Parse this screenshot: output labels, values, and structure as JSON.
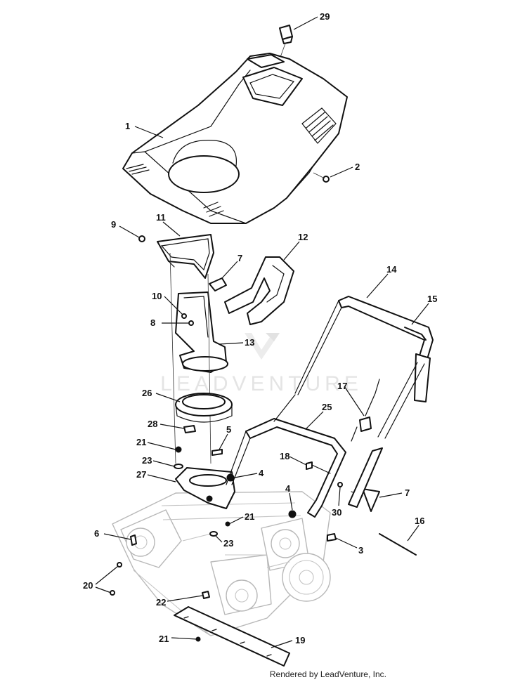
{
  "watermark": {
    "text": "LEADVENTURE"
  },
  "credit": "Rendered by LeadVenture, Inc.",
  "callouts": [
    {
      "id": "29",
      "label": "29"
    },
    {
      "id": "1",
      "label": "1"
    },
    {
      "id": "2",
      "label": "2"
    },
    {
      "id": "9",
      "label": "9"
    },
    {
      "id": "11",
      "label": "11"
    },
    {
      "id": "12",
      "label": "12"
    },
    {
      "id": "7a",
      "label": "7"
    },
    {
      "id": "14",
      "label": "14"
    },
    {
      "id": "15",
      "label": "15"
    },
    {
      "id": "10",
      "label": "10"
    },
    {
      "id": "8",
      "label": "8"
    },
    {
      "id": "13",
      "label": "13"
    },
    {
      "id": "17",
      "label": "17"
    },
    {
      "id": "26",
      "label": "26"
    },
    {
      "id": "25",
      "label": "25"
    },
    {
      "id": "28",
      "label": "28"
    },
    {
      "id": "5",
      "label": "5"
    },
    {
      "id": "21a",
      "label": "21"
    },
    {
      "id": "18",
      "label": "18"
    },
    {
      "id": "23a",
      "label": "23"
    },
    {
      "id": "27",
      "label": "27"
    },
    {
      "id": "4a",
      "label": "4"
    },
    {
      "id": "4b",
      "label": "4"
    },
    {
      "id": "7b",
      "label": "7"
    },
    {
      "id": "30",
      "label": "30"
    },
    {
      "id": "21b",
      "label": "21"
    },
    {
      "id": "16",
      "label": "16"
    },
    {
      "id": "6",
      "label": "6"
    },
    {
      "id": "23b",
      "label": "23"
    },
    {
      "id": "3",
      "label": "3"
    },
    {
      "id": "20",
      "label": "20"
    },
    {
      "id": "22",
      "label": "22"
    },
    {
      "id": "21c",
      "label": "21"
    },
    {
      "id": "19",
      "label": "19"
    }
  ]
}
